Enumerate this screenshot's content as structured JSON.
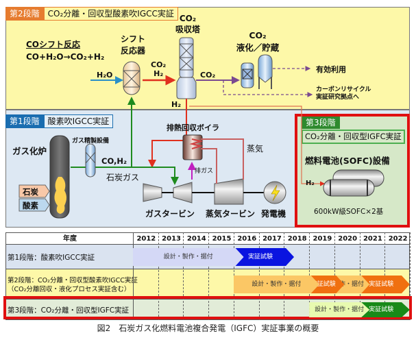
{
  "stage2": {
    "tag": "第2段階",
    "title": "CO₂分離・回収型酸素吹IGCC実証",
    "co_shift_title": "COシフト反応",
    "co_shift_equation": "CO+H₂O→CO₂+H₂",
    "shift_reactor": [
      "シフト",
      "反応器"
    ],
    "absorber": [
      "CO₂",
      "吸収塔"
    ],
    "liquefaction": [
      "CO₂",
      "液化／貯蔵"
    ],
    "h2o_label": "H₂O",
    "co2_h2_label": [
      "CO₂",
      "H₂"
    ],
    "co2_label": "CO₂",
    "h2_label": "H₂",
    "effective_use": "有効利用",
    "carbon_recycle": [
      "カーボンリサイクル",
      "実証研究拠点へ"
    ]
  },
  "stage1": {
    "tag": "第1段階",
    "title": "酸素吹IGCC実証",
    "gasifier": "ガス化炉",
    "gas_cleanup": "ガス精製設備",
    "co_h2": "CO,H₂",
    "coal_gas": "石炭ガス",
    "coal": "石炭",
    "oxygen": "酸素",
    "hrsg": "排熱回収ボイラ",
    "exhaust": "排ガス",
    "steam": "蒸気",
    "gas_turbine": "ガスタービン",
    "steam_turbine": "蒸気タービン",
    "generator": "発電機"
  },
  "stage3": {
    "tag": "第3段階",
    "title": "CO₂分離・回収型IGFC実証",
    "equipment": "燃料電池(SOFC)設備",
    "h2_label": "H₂",
    "capacity": "600kW級SOFC×2基"
  },
  "schedule": {
    "header_label": "年度",
    "years": [
      "2012",
      "2013",
      "2014",
      "2015",
      "2016",
      "2017",
      "2018",
      "2019",
      "2020",
      "2021",
      "2022"
    ],
    "rows": [
      {
        "label": "第1段階：酸素吹IGCC実証",
        "bars": [
          {
            "label": "設計・製作・据付",
            "start": "2012",
            "end": "2016",
            "color": "#d4d8f6",
            "text_color": "#333"
          },
          {
            "label": "実証試験",
            "start": "2016",
            "end": "2018",
            "color": "#0a14e0",
            "text_color": "#fff"
          }
        ]
      },
      {
        "label": "第2段階：CO₂分離・回収型酸素吹IGCC実証",
        "sublabel": "（CO₂分離回収・液化プロセス実証含む）",
        "bars": [
          {
            "label": "設計・製作・据付",
            "start": "2016",
            "end": "2019",
            "color": "#fbc765",
            "text_color": "#333"
          },
          {
            "label": "実証試験",
            "start": "2019",
            "end": "2020",
            "color": "#f07010",
            "text_color": "#fff"
          },
          {
            "label": "製作・据付",
            "start": "2020",
            "end": "2021",
            "color": "#fbc765",
            "text_color": "#333"
          },
          {
            "label": "実証試験",
            "start": "2021",
            "end": "2022",
            "color": "#f07010",
            "text_color": "#fff"
          }
        ]
      },
      {
        "label": "第3段階：CO₂分離・回収型IGFC実証",
        "bars": [
          {
            "label": "設計・製作・据付",
            "start": "2019",
            "end": "2021",
            "color": "#e8fab0",
            "text_color": "#333"
          },
          {
            "label": "実証試験",
            "start": "2021",
            "end": "2022",
            "color": "#188a18",
            "text_color": "#fff"
          }
        ]
      }
    ]
  },
  "caption": "図2　石炭ガス化燃料電池複合発電（IGFC）実証事業の概要"
}
